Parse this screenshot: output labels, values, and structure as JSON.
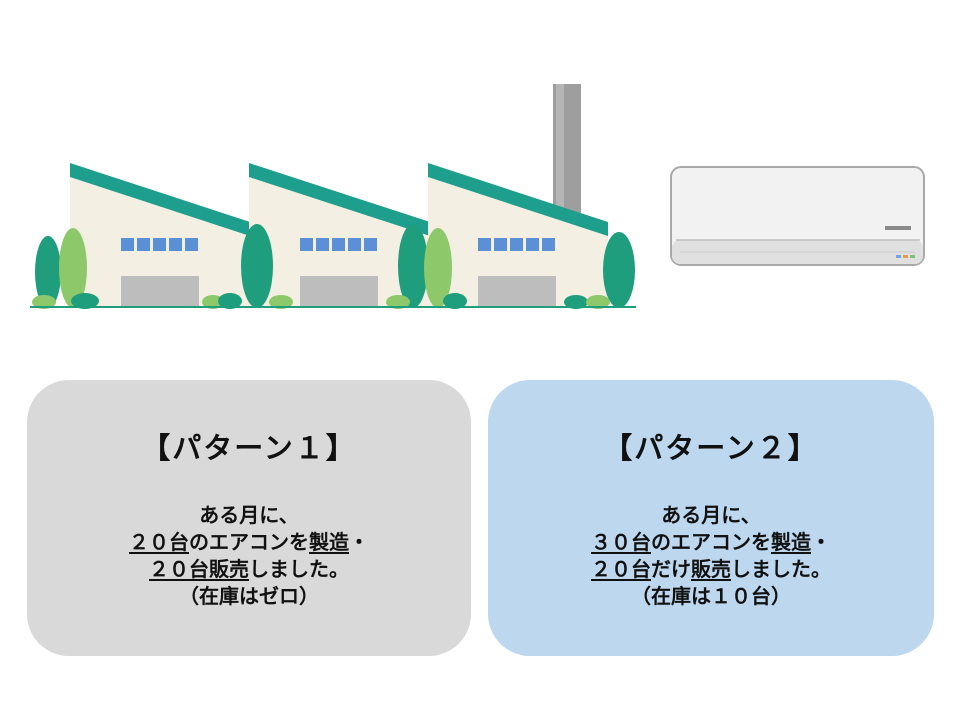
{
  "illustrations": {
    "factory": {
      "icon": "factory-icon",
      "colors": {
        "roof": "#1e9e8c",
        "wall": "#f3efe2",
        "window": "#5b8fd6",
        "door": "#bdbdbd",
        "chimney": "#9e9e9e",
        "tree_dark": "#1e9e7c",
        "tree_light": "#8dc86a"
      }
    },
    "air_conditioner": {
      "icon": "air-conditioner-icon",
      "colors": {
        "body": "#f2f2f2",
        "outline": "#a9a9a9"
      }
    }
  },
  "patterns": [
    {
      "title": "【パターン１】",
      "color": "#d9d9d9",
      "lines": [
        {
          "parts": [
            {
              "text": "ある月に、",
              "underline": false
            }
          ]
        },
        {
          "parts": [
            {
              "text": "２０台",
              "underline": true
            },
            {
              "text": "のエアコンを",
              "underline": false
            },
            {
              "text": "製造",
              "underline": true
            },
            {
              "text": "・",
              "underline": false
            }
          ]
        },
        {
          "parts": [
            {
              "text": "２０台",
              "underline": true
            },
            {
              "text": "販売",
              "underline": true
            },
            {
              "text": "しました。",
              "underline": false
            }
          ]
        },
        {
          "parts": [
            {
              "text": "（在庫はゼロ）",
              "underline": false
            }
          ]
        }
      ]
    },
    {
      "title": "【パターン２】",
      "color": "#bdd7ee",
      "lines": [
        {
          "parts": [
            {
              "text": "ある月に、",
              "underline": false
            }
          ]
        },
        {
          "parts": [
            {
              "text": "３０台",
              "underline": true
            },
            {
              "text": "のエアコンを",
              "underline": false
            },
            {
              "text": "製造",
              "underline": true
            },
            {
              "text": "・",
              "underline": false
            }
          ]
        },
        {
          "parts": [
            {
              "text": "２０台",
              "underline": true
            },
            {
              "text": "だけ",
              "underline": false
            },
            {
              "text": "販売",
              "underline": true
            },
            {
              "text": "しました。",
              "underline": false
            }
          ]
        },
        {
          "parts": [
            {
              "text": "（在庫は１０台）",
              "underline": false
            }
          ]
        }
      ]
    }
  ]
}
